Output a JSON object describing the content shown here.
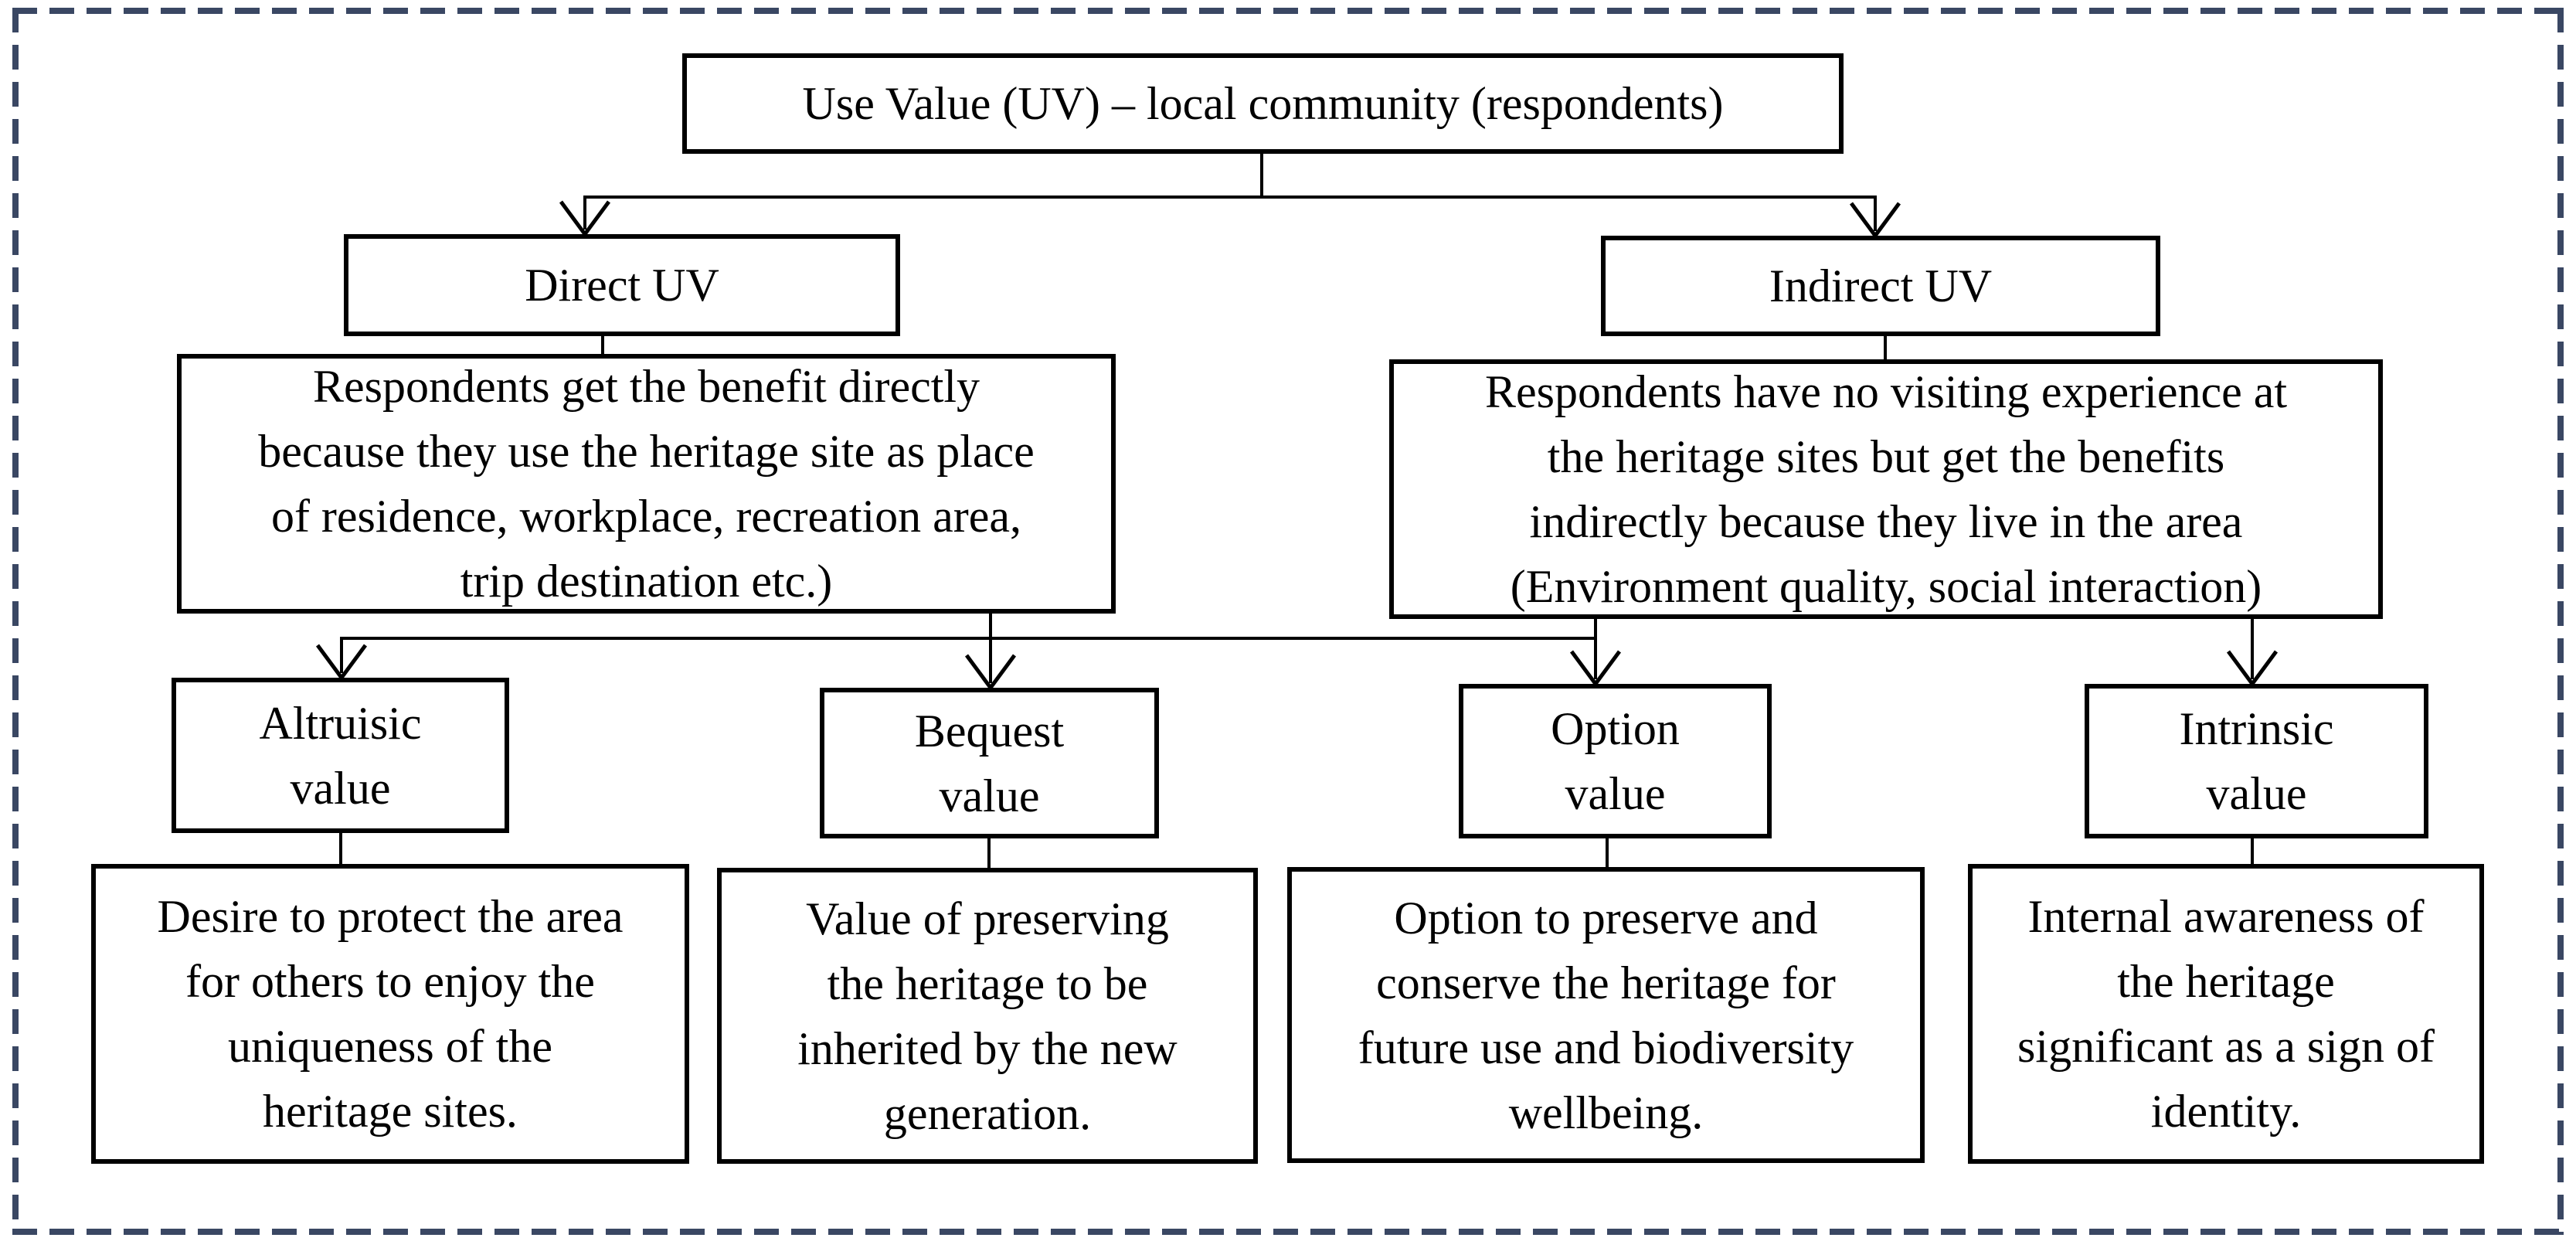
{
  "palette": {
    "frame_dash": "#3a4763",
    "line": "#000000",
    "background": "#ffffff"
  },
  "root": {
    "label": "Use Value (UV) – local community (respondents)"
  },
  "branches": [
    {
      "label": "Direct UV",
      "description": "Respondents get the benefit directly\nbecause they use the heritage site as place\nof residence, workplace, recreation area,\ntrip destination etc.)"
    },
    {
      "label": "Indirect UV",
      "description": "Respondents have no visiting experience at\nthe heritage sites but get the benefits\nindirectly because they live in the area\n(Environment quality, social interaction)"
    }
  ],
  "values": [
    {
      "label": "Altruisic\nvalue",
      "description": "Desire to protect the area\nfor others to enjoy the\nuniqueness of the\nheritage sites."
    },
    {
      "label": "Bequest\nvalue",
      "description": "Value of preserving\nthe heritage to be\ninherited by the new\ngeneration."
    },
    {
      "label": "Option\nvalue",
      "description": "Option to preserve and\nconserve the heritage for\nfuture use and biodiversity\nwellbeing."
    },
    {
      "label": "Intrinsic\nvalue",
      "description": "Internal awareness of\nthe heritage\nsignificant as a sign of\nidentity."
    }
  ]
}
